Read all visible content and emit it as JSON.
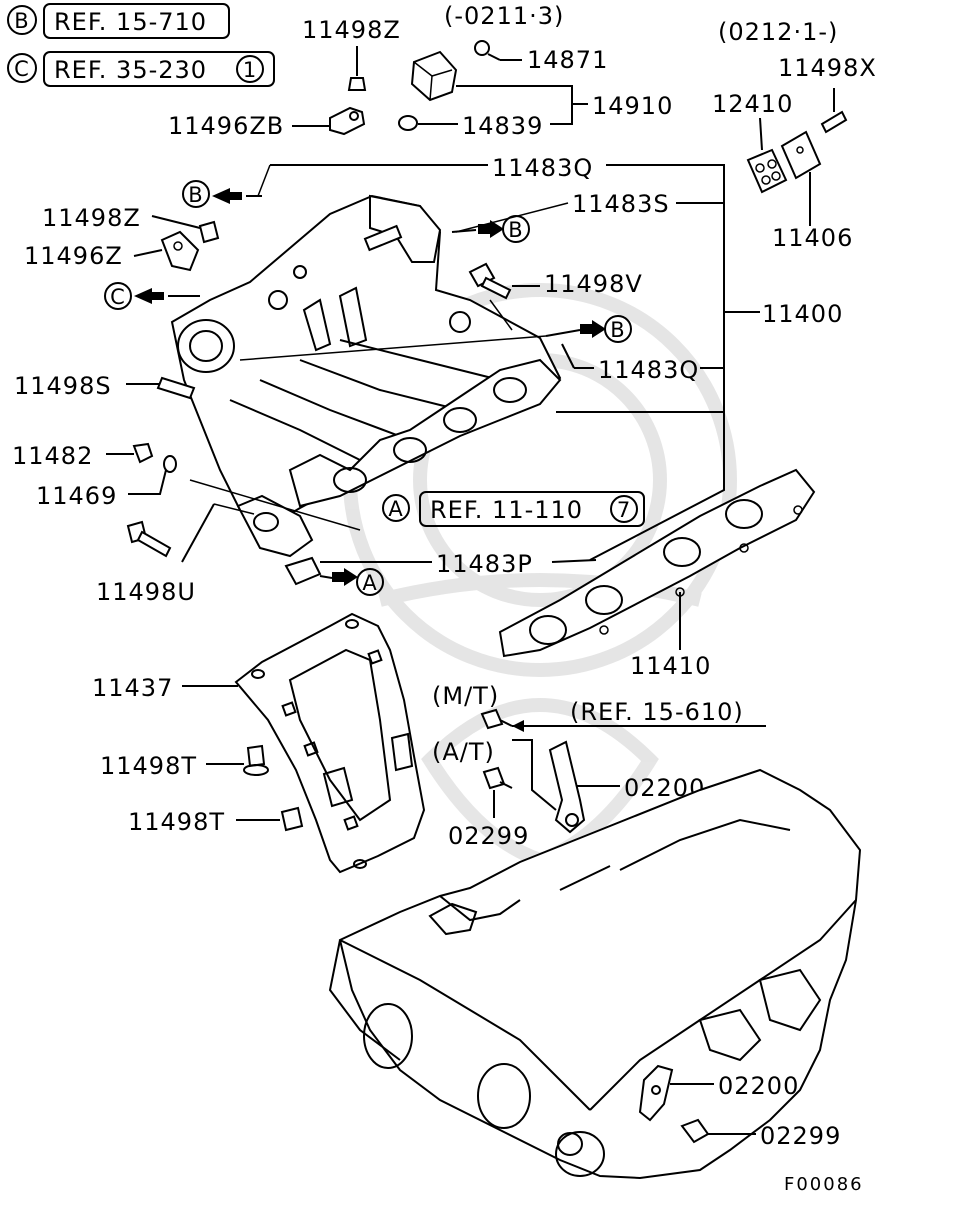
{
  "figure_code": "F00086",
  "references": [
    {
      "marker": "B",
      "text": "REF. 15-710",
      "note": ""
    },
    {
      "marker": "C",
      "text": "REF. 35-230",
      "note": "1"
    },
    {
      "marker": "A",
      "text": "REF. 11-110",
      "note": "7"
    }
  ],
  "variant_notes": {
    "upper_left": "(-0211·3)",
    "upper_right": "(0212·1-)",
    "mt": "(M/T)",
    "at": "(A/T)",
    "ref_15_610": "(REF. 15-610)"
  },
  "arrow_markers": {
    "a": "A",
    "b": "B",
    "c": "C"
  },
  "parts": {
    "p11498Z_top": "11498Z",
    "p14871": "14871",
    "p14910": "14910",
    "p14839": "14839",
    "p11496ZB": "11496ZB",
    "p11483Q_top": "11483Q",
    "p11483S": "11483S",
    "p11498Z_mid": "11498Z",
    "p11496Z": "11496Z",
    "p11498V": "11498V",
    "p11400": "11400",
    "p11483Q_low": "11483Q",
    "p11498S": "11498S",
    "p11482": "11482",
    "p11469": "11469",
    "p11498U": "11498U",
    "p11483P": "11483P",
    "p11410": "11410",
    "p11437": "11437",
    "p11498T_a": "11498T",
    "p11498T_b": "11498T",
    "p02200_a": "02200",
    "p02299_a": "02299",
    "p02200_b": "02200",
    "p02299_b": "02299",
    "p12410": "12410",
    "p11498X": "11498X",
    "p11406": "11406"
  }
}
